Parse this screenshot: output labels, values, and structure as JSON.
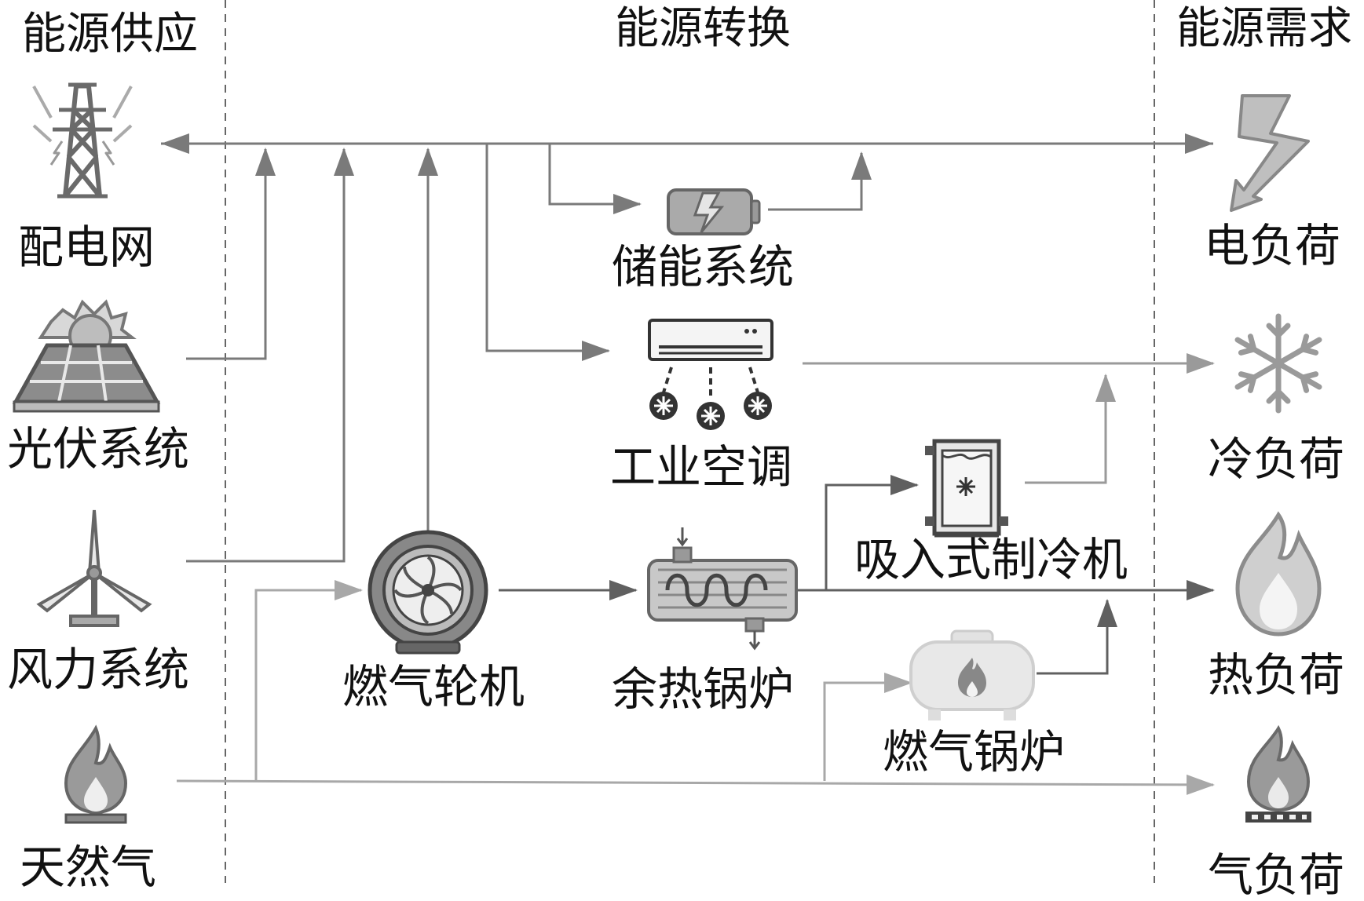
{
  "sections": {
    "supply": "能源供应",
    "conversion": "能源转换",
    "demand": "能源需求"
  },
  "supply_nodes": {
    "grid": "配电网",
    "pv": "光伏系统",
    "wind": "风力系统",
    "gas": "天然气"
  },
  "conversion_nodes": {
    "storage": "储能系统",
    "air_conditioner": "工业空调",
    "gas_turbine": "燃气轮机",
    "waste_heat_boiler": "余热锅炉",
    "absorption_chiller": "吸入式制冷机",
    "gas_boiler": "燃气锅炉"
  },
  "demand_nodes": {
    "electric_load": "电负荷",
    "cooling_load": "冷负荷",
    "heat_load": "热负荷",
    "gas_load": "气负荷"
  },
  "icons": {
    "grid": "power-tower-icon",
    "pv": "solar-panel-icon",
    "wind": "wind-turbine-icon",
    "gas": "gas-flame-icon",
    "storage": "battery-icon",
    "air_conditioner": "air-conditioner-icon",
    "gas_turbine": "turbine-icon",
    "waste_heat_boiler": "heat-exchanger-icon",
    "absorption_chiller": "chiller-icon",
    "gas_boiler": "gas-boiler-icon",
    "electric_load": "lightning-icon",
    "cooling_load": "snowflake-icon",
    "heat_load": "flame-icon",
    "gas_load": "gas-stove-icon"
  },
  "colors": {
    "electric_line": "#7a7a7a",
    "cooling_line": "#9a9a9a",
    "heat_line": "#606060",
    "gas_line": "#a8a8a8",
    "divider": "#666666"
  }
}
